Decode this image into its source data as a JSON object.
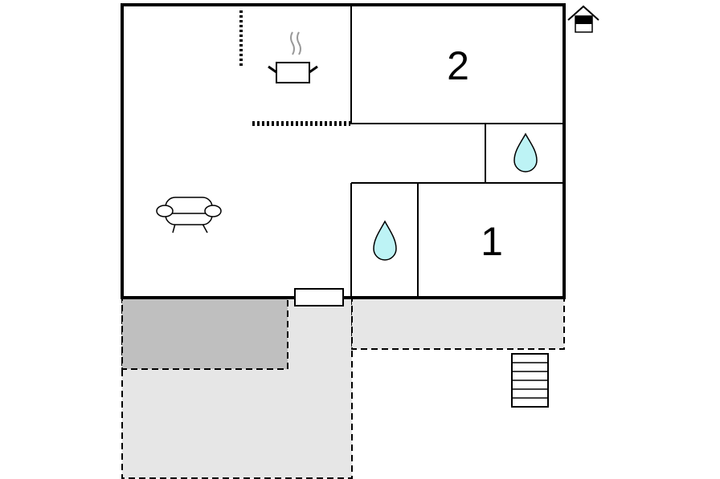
{
  "floorplan": {
    "rooms": [
      {
        "id": "bedroom-2",
        "label": "2"
      },
      {
        "id": "bedroom-1",
        "label": "1"
      }
    ],
    "icons": [
      {
        "name": "cooking-pot-icon",
        "room": "kitchen"
      },
      {
        "name": "sofa-icon",
        "room": "living-room"
      },
      {
        "name": "water-drop-icon",
        "room": "bathroom-upper"
      },
      {
        "name": "water-drop-icon",
        "room": "bathroom-lower"
      },
      {
        "name": "house-floor-icon",
        "room": "legend"
      }
    ],
    "colors": {
      "wall": "#000000",
      "terrace_light": "#e6e6e6",
      "terrace_dark": "#bfbfbf",
      "water": "#bdf3f5",
      "steam": "#999999"
    }
  }
}
